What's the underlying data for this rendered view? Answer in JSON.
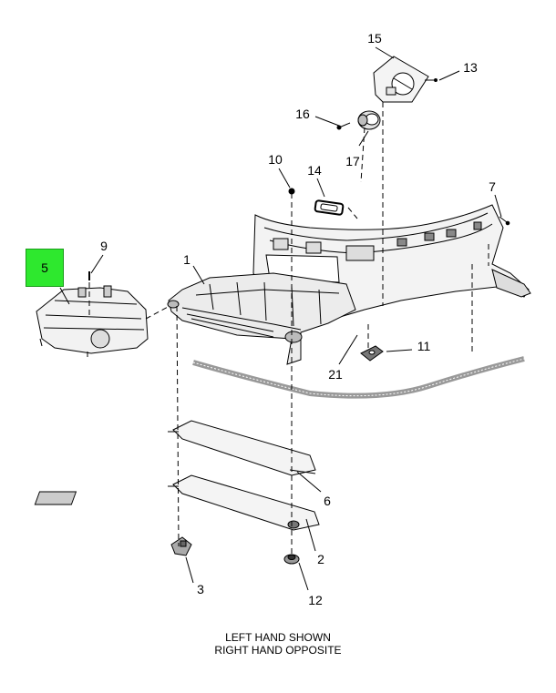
{
  "callouts": {
    "c1": "1",
    "c2": "2",
    "c3": "3",
    "c5": "5",
    "c6": "6",
    "c7": "7",
    "c9": "9",
    "c10": "10",
    "c11": "11",
    "c12": "12",
    "c13": "13",
    "c14": "14",
    "c15": "15",
    "c16": "16",
    "c17": "17",
    "c21": "21"
  },
  "caption": {
    "line1": "LEFT HAND SHOWN",
    "line2": "RIGHT HAND OPPOSITE"
  },
  "colors": {
    "highlight": "#2ee82e",
    "line": "#000000",
    "fill_light": "#f2f2f2",
    "fill_mid": "#d9d9d9",
    "fill_dark": "#8c8c8c"
  }
}
